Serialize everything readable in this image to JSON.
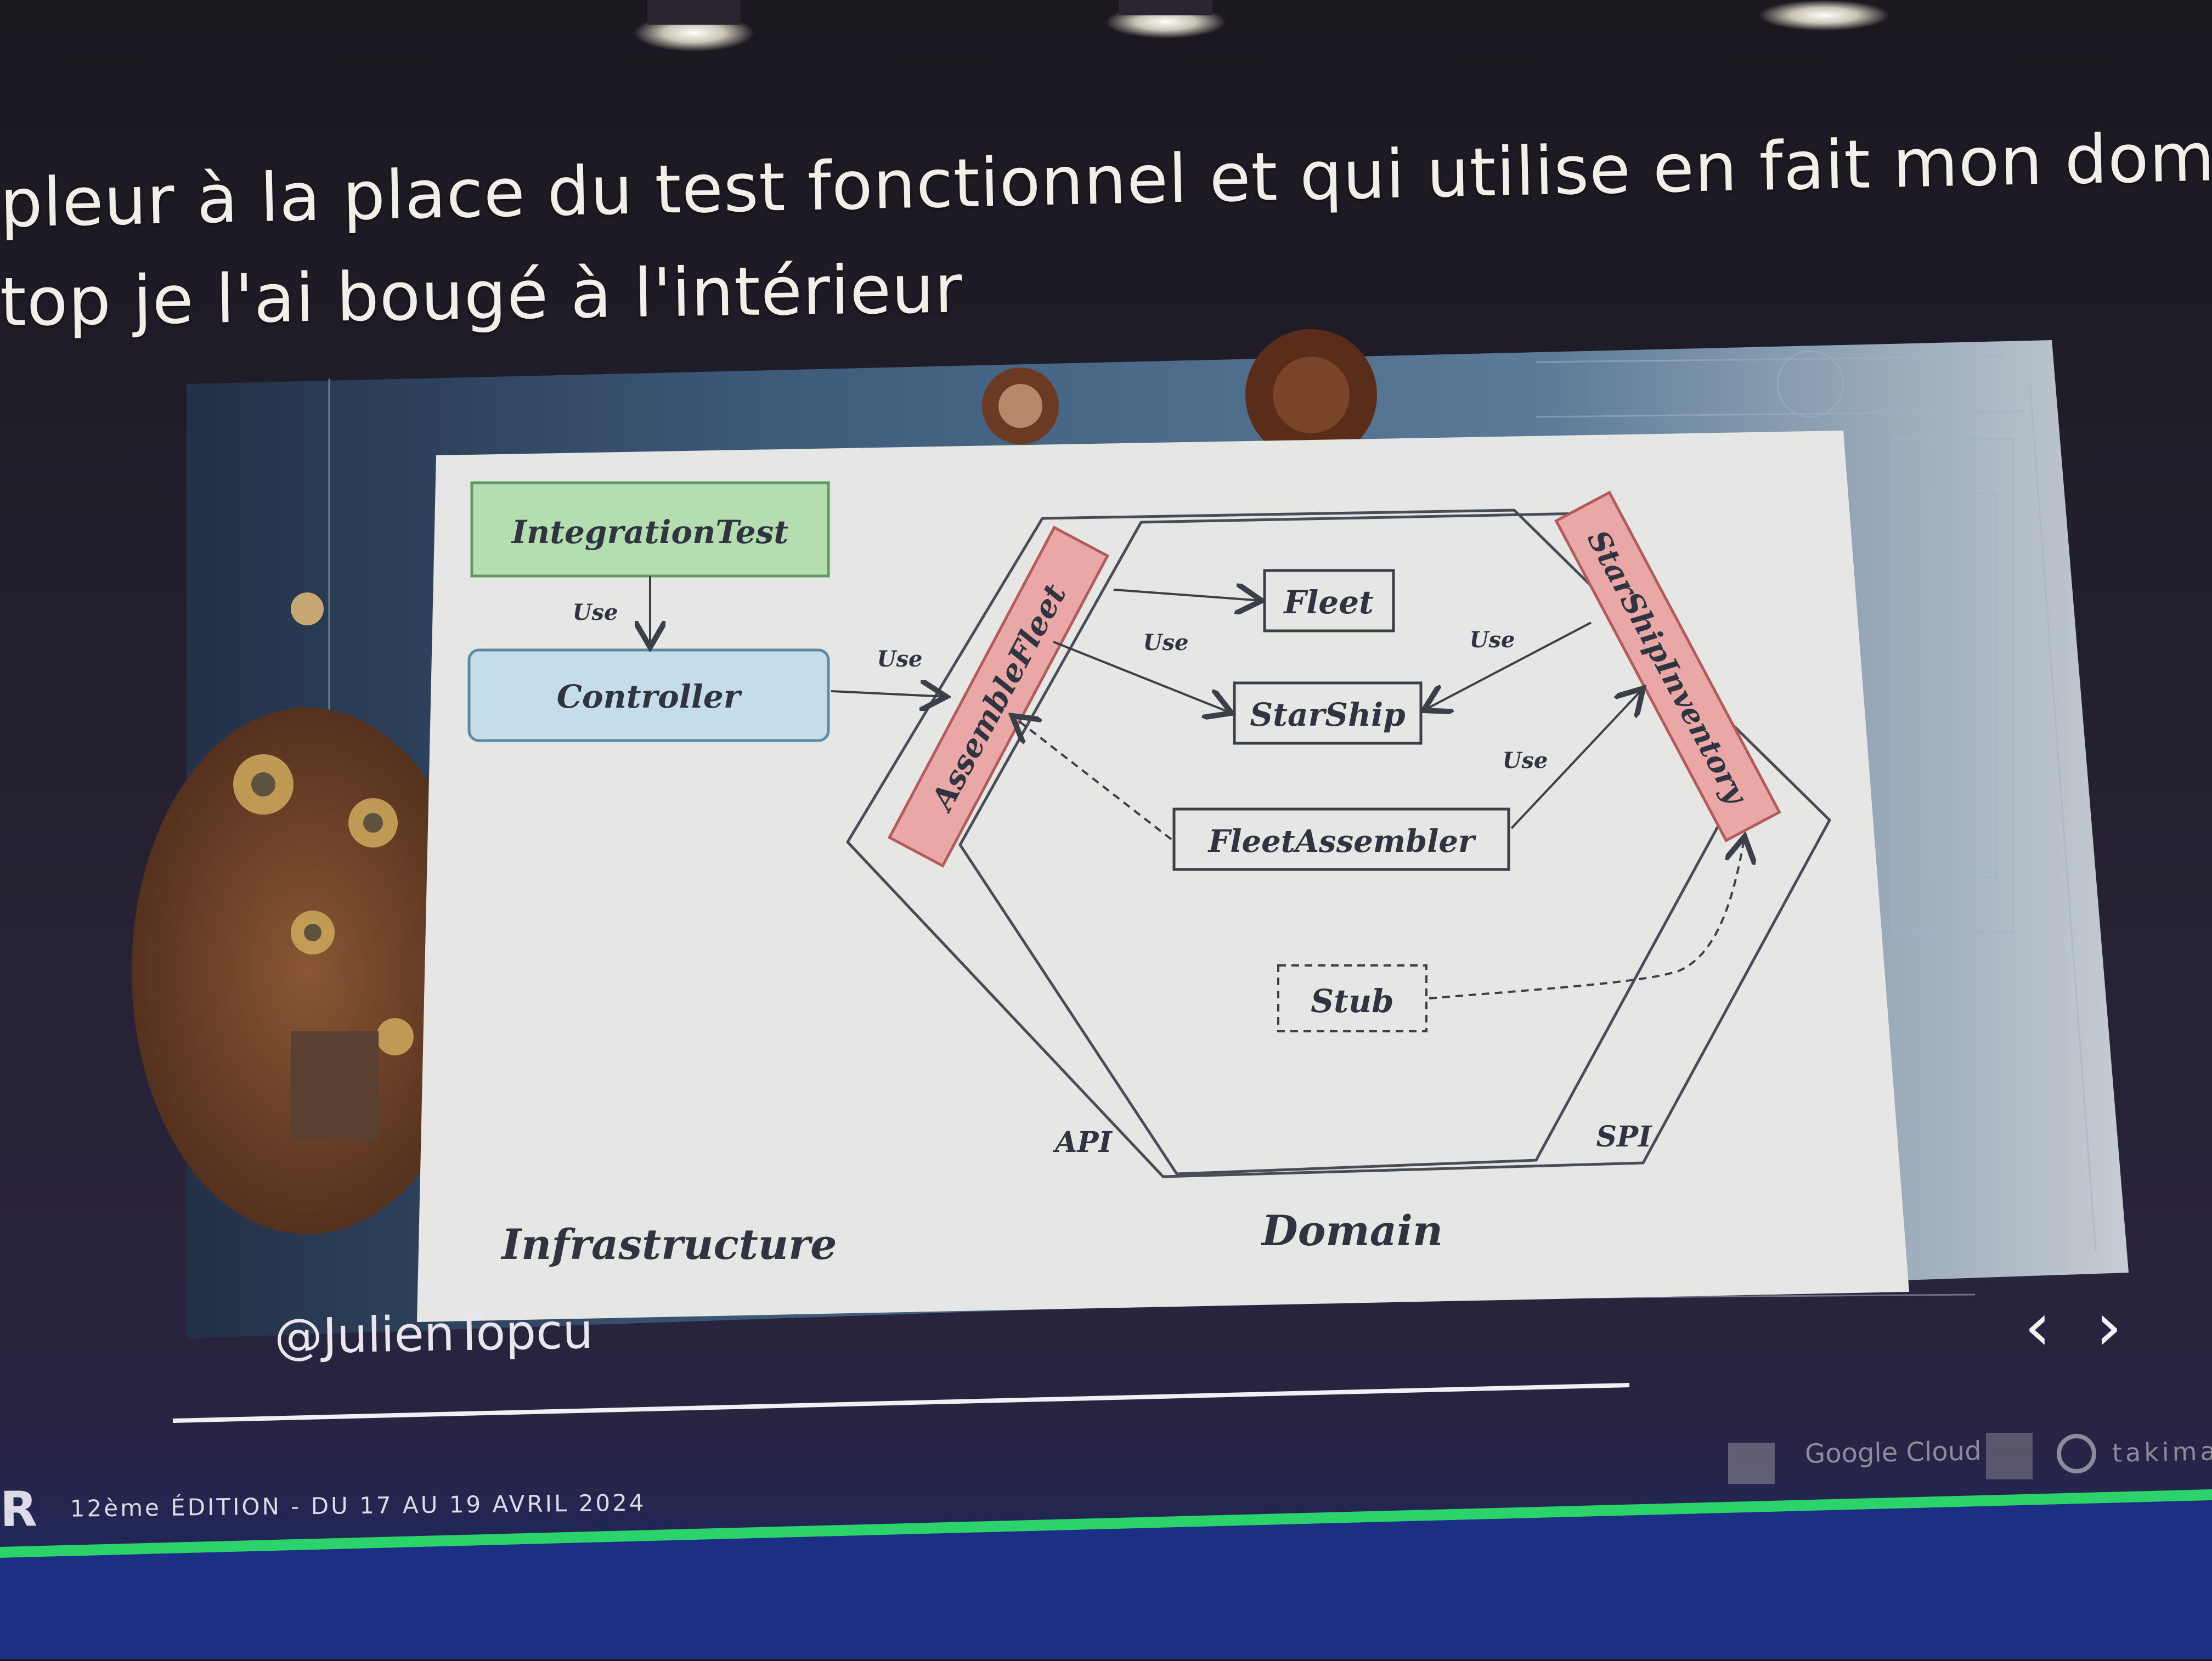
{
  "subtitles": {
    "line1": "pleur à la place du test fonctionnel et qui utilise en fait mon domaine C",
    "line2": "top je l'ai bougé à l'intérieur"
  },
  "diagram": {
    "integration_test": "IntegrationTest",
    "controller": "Controller",
    "use_1": "Use",
    "use_2": "Use",
    "use_3": "Use",
    "use_4": "Use",
    "use_5": "Use",
    "assemble_fleet": "AssembleFleet",
    "fleet": "Fleet",
    "starship": "StarShip",
    "fleet_assembler": "FleetAssembler",
    "starship_inventory": "StarShipInventory",
    "stub": "Stub",
    "api": "API",
    "spi": "SPI",
    "infrastructure": "Infrastructure",
    "domain": "Domain"
  },
  "slide": {
    "handle": "@JulienTopcu",
    "edition": "12ème ÉDITION - DU 17 AU 19 AVRIL 2024",
    "brand_letter": "R",
    "sponsors": {
      "google": "Google Cloud",
      "takima": "takima"
    },
    "nav_prev": "‹",
    "nav_next": "›"
  },
  "colors": {
    "integration_test_fill": "#b4ddb0",
    "controller_fill": "#c5ddea",
    "port_fill": "#e9a7a6",
    "slide_paper": "#e6e7e4",
    "footer_bar": "#2bd36a"
  }
}
